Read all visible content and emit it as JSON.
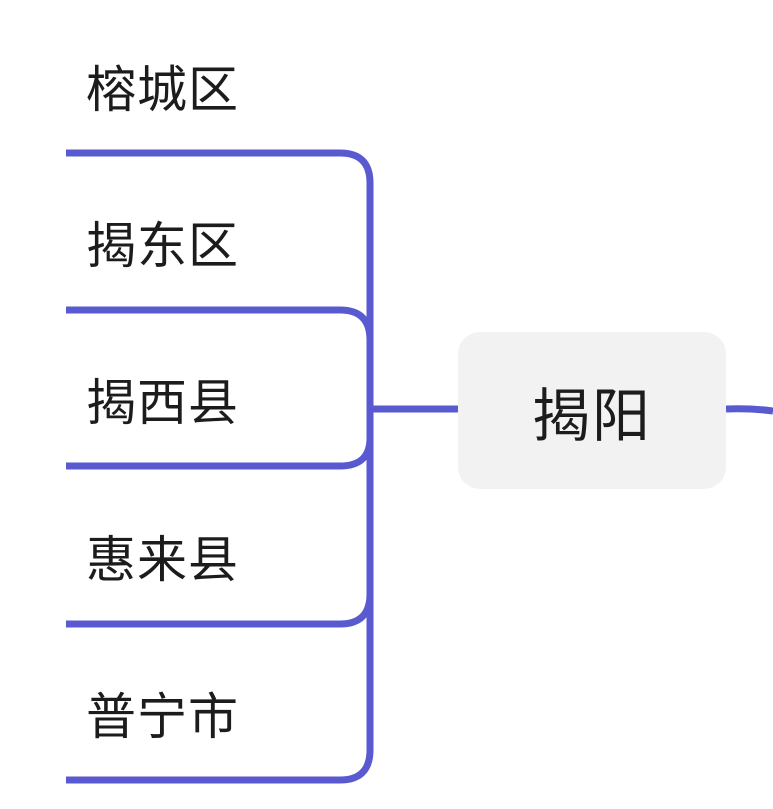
{
  "mindmap": {
    "center": {
      "label": "揭阳"
    },
    "children": [
      {
        "label": "榕城区"
      },
      {
        "label": "揭东区"
      },
      {
        "label": "揭西县"
      },
      {
        "label": "惠来县"
      },
      {
        "label": "普宁市"
      }
    ],
    "colors": {
      "connector": "#5a5ad0",
      "node_background": "#f2f2f2",
      "text": "#1c1c1c"
    }
  }
}
